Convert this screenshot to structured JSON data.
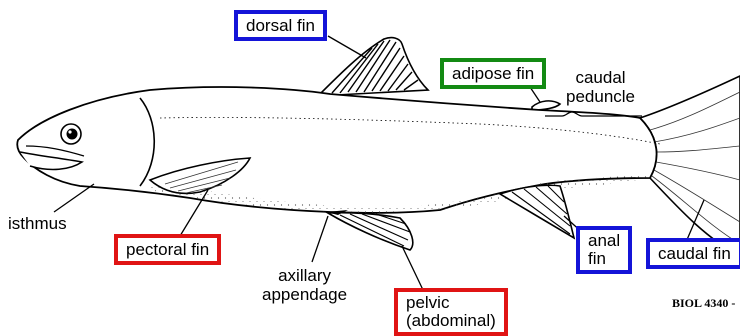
{
  "labels": {
    "dorsal_fin": "dorsal fin",
    "adipose_fin": "adipose fin",
    "caudal_peduncle_line1": "caudal",
    "caudal_peduncle_line2": "peduncle",
    "isthmus": "isthmus",
    "pectoral_fin": "pectoral fin",
    "axillary_appendage_line1": "axillary",
    "axillary_appendage_line2": "appendage",
    "pelvic_line1": "pelvic",
    "pelvic_line2": "(abdominal)",
    "anal_fin_line1": "anal",
    "anal_fin_line2": "fin",
    "caudal_fin": "caudal fin"
  },
  "course_ref": "BIOL 4340 -",
  "colors": {
    "blue_box": "#1414d8",
    "green_box": "#138a13",
    "red_box": "#e01414"
  }
}
